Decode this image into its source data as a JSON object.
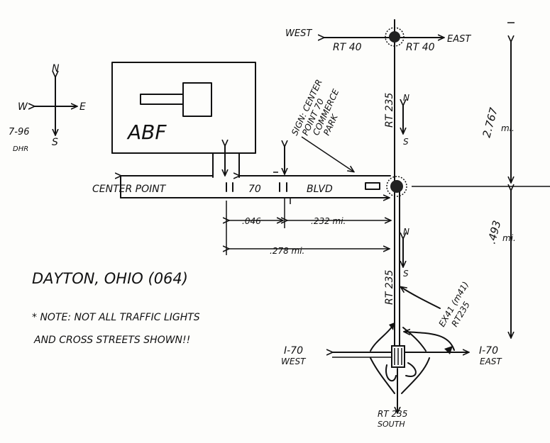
{
  "compass": {
    "north": "N",
    "south": "S",
    "west": "W",
    "east": "E"
  },
  "date_note": {
    "line1": "7-96",
    "line2": "DHR"
  },
  "building": {
    "label": "ABF"
  },
  "top_intersection": {
    "west": "WEST",
    "east": "EAST",
    "rt_left": "RT 40",
    "rt_right": "RT 40"
  },
  "rt235_upper": {
    "label": "RT 235",
    "n": "N",
    "s": "S"
  },
  "rt235_lower": {
    "label": "RT 235",
    "n": "N",
    "s": "S"
  },
  "distances": {
    "upper": "2.767",
    "upper_unit": "mi.",
    "lower": ".493",
    "lower_unit": "mi."
  },
  "sign": {
    "line1": "SIGN: CENTER",
    "line2": "POINT 70",
    "line3": "COMMERCE",
    "line4": "PARK"
  },
  "street": {
    "w1": "CENTER POINT",
    "w2": "70",
    "w3": "BLVD"
  },
  "measures": {
    "a": ".046",
    "b": ".232 mi.",
    "c": ".278 mi."
  },
  "city": "DAYTON, OHIO (064)",
  "note": {
    "line1": "* NOTE: NOT ALL TRAFFIC LIGHTS",
    "line2": "AND CROSS STREETS SHOWN!!"
  },
  "exit": {
    "line1": "EX41 (m41)",
    "line2": "RT235"
  },
  "i70_west": {
    "line1": "I-70",
    "line2": "WEST"
  },
  "i70_east": {
    "line1": "I-70",
    "line2": "EAST"
  },
  "rt235_south": {
    "line1": "RT 235",
    "line2": "SOUTH"
  }
}
